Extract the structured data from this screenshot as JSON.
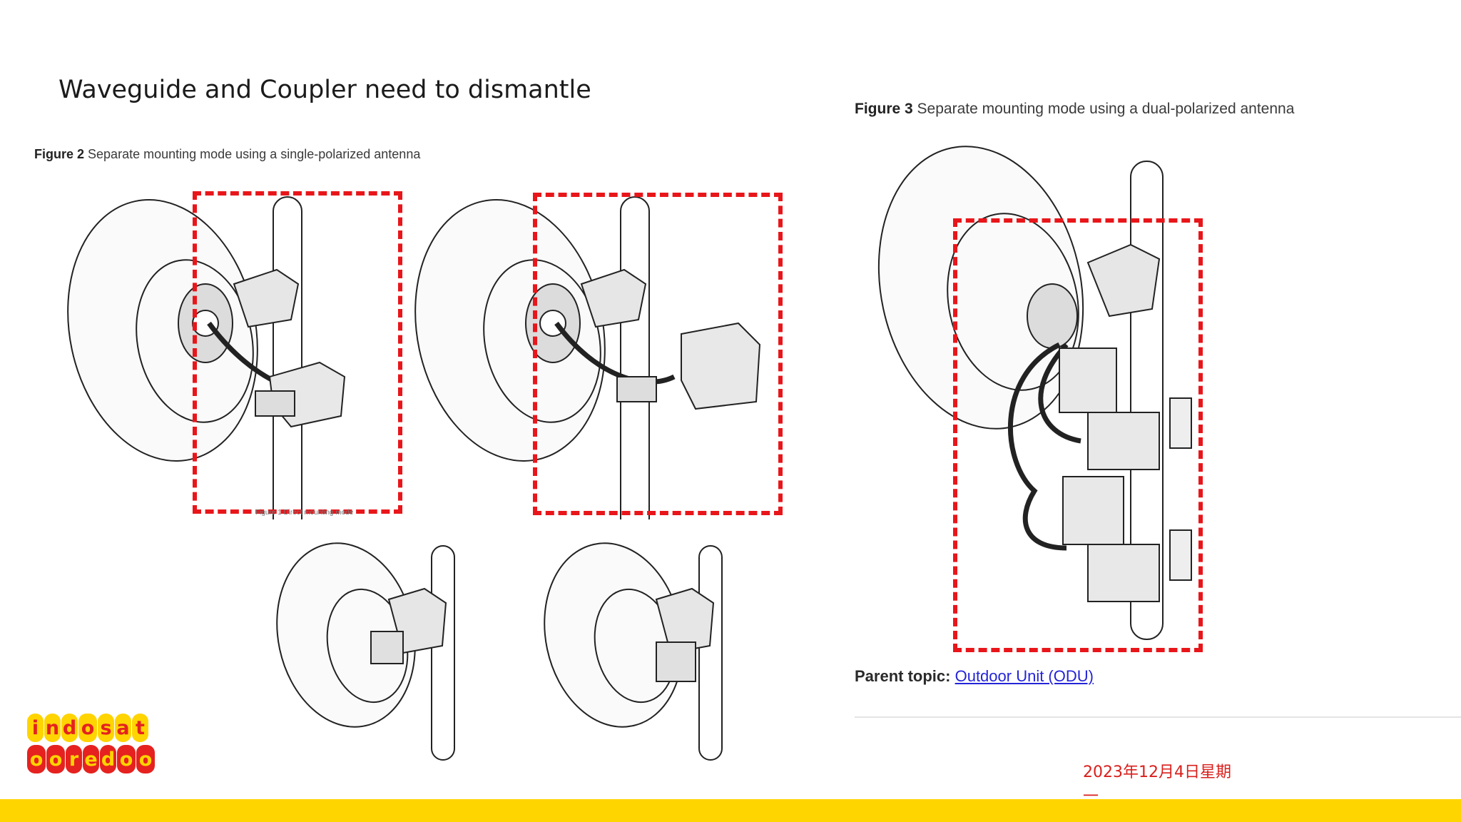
{
  "slide": {
    "title": "Waveguide and Coupler need to dismantle",
    "date": "2023年12月4日星期一"
  },
  "figure2": {
    "label": "Figure 2",
    "caption": "Separate mounting mode using a single-polarized antenna"
  },
  "figure1": {
    "caption": "Figure 1 Direct mounting mode"
  },
  "figure3": {
    "label": "Figure 3",
    "caption": "Separate mounting mode using a dual-polarized antenna"
  },
  "parent_topic": {
    "label": "Parent topic:",
    "link": "Outdoor Unit (ODU)"
  },
  "logo": {
    "line1": [
      "i",
      "n",
      "d",
      "o",
      "s",
      "a",
      "t"
    ],
    "line2": [
      "o",
      "o",
      "r",
      "e",
      "d",
      "o",
      "o"
    ],
    "colors": {
      "red": "#e5221f",
      "yellow": "#ffd400"
    }
  },
  "colors": {
    "highlight_box": "#e8161a",
    "footer_bar": "#ffd500",
    "date_text": "#d9201c",
    "link": "#2424d8"
  }
}
